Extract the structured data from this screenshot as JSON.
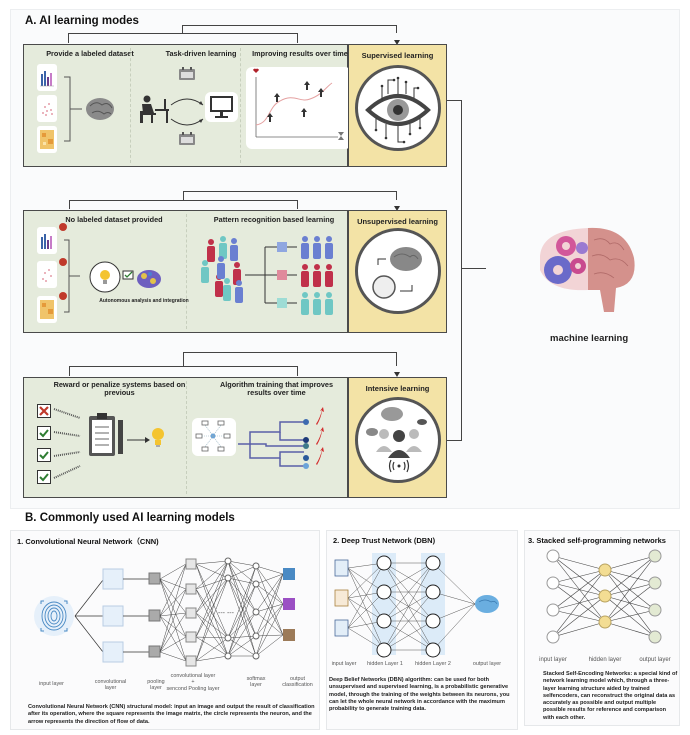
{
  "section_a": {
    "title": "A. AI learning modes",
    "rows": [
      {
        "cells": [
          "Provide a labeled dataset",
          "Task-driven learning",
          "Improving results over time"
        ],
        "result": "Supervised learning",
        "result_icon": "eye-circuit-icon"
      },
      {
        "cells": [
          "No labeled dataset provided",
          "Pattern recognition based learning"
        ],
        "caption": "Autonomous analysis and integration",
        "result": "Unsupervised learning",
        "result_icon": "brain-cycle-icon"
      },
      {
        "cells": [
          "Reward or penalize systems based on previous",
          "Algorithm training that improves results over time"
        ],
        "result": "Intensive learning",
        "result_icon": "group-feedback-icon"
      }
    ],
    "hub_label": "machine learning"
  },
  "section_b": {
    "title": "B. Commonly used AI learning models",
    "models": [
      {
        "title": "1. Convolutional Neural Network（CNN)",
        "layers": [
          "input layer",
          "convolutional layer",
          "pooling layer",
          "convolutional layer + sencond Pooling layer",
          "softmax layer",
          "output classification"
        ],
        "layer_parts": {
          "conv2_line1": "convolutional layer",
          "conv2_plus": "+",
          "conv2_line2": "sencond Pooling layer",
          "conv_line1": "convolutional",
          "conv_line2": "layer",
          "pool_line1": "pooling",
          "pool_line2": "layer",
          "soft_line1": "softmax",
          "soft_line2": "layer",
          "out_line1": "output",
          "out_line2": "classification"
        },
        "description": "Convolutional Neural Network (CNN) structural model: input an image and output the result of classification after its operation, where the square represents the image matrix, the circle represents the neuron, and the arrow represents the direction of flow of data."
      },
      {
        "title": "2. Deep Trust Network (DBN)",
        "layers": [
          "input layer",
          "hidden Layer 1",
          "hidden Layer 2",
          "output layer"
        ],
        "description": "Deep Belief Networks (DBN) algorithm: can be used for both unsupervised and supervised learning, is a probabilistic generative model, through the training of the weights between its neurons, you can let the whole neural network in accordance with the maximum probability to generate training data."
      },
      {
        "title": "3. Stacked self-programming networks",
        "layers": [
          "input layer",
          "hidden layer",
          "output layer"
        ],
        "description": "Stacked Self-Encoding Networks: a special kind of network learning model which, through a three-layer learning structure aided by trained selfencoders, can reconstruct the original data as accurately as possible and output multiple possible results for reference and comparison with each other."
      }
    ]
  },
  "colors": {
    "row_bg": "#e5ebdc",
    "result_bg": "#f3e3a6",
    "border": "#4a4a4a",
    "crimson": "#c0304a",
    "blue": "#6a7fd1",
    "teal": "#6fc7c4",
    "hidden_yellow": "#f3dd93",
    "output_green": "#e3ead3",
    "dbn_highlight": "#dcebf8"
  }
}
